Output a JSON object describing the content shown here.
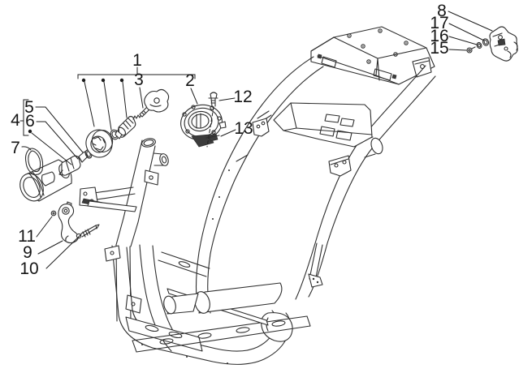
{
  "figure": {
    "background_color": "#ffffff",
    "line_color": "#2e2e2e",
    "label_color": "#151515",
    "callouts": [
      {
        "label": "1"
      },
      {
        "label": "2"
      },
      {
        "label": "3"
      },
      {
        "label": "4"
      },
      {
        "label": "5"
      },
      {
        "label": "6"
      },
      {
        "label": "7"
      },
      {
        "label": "8"
      },
      {
        "label": "9"
      },
      {
        "label": "10"
      },
      {
        "label": "11"
      },
      {
        "label": "12"
      },
      {
        "label": "13"
      },
      {
        "label": "15"
      },
      {
        "label": "16"
      },
      {
        "label": "17"
      }
    ]
  }
}
